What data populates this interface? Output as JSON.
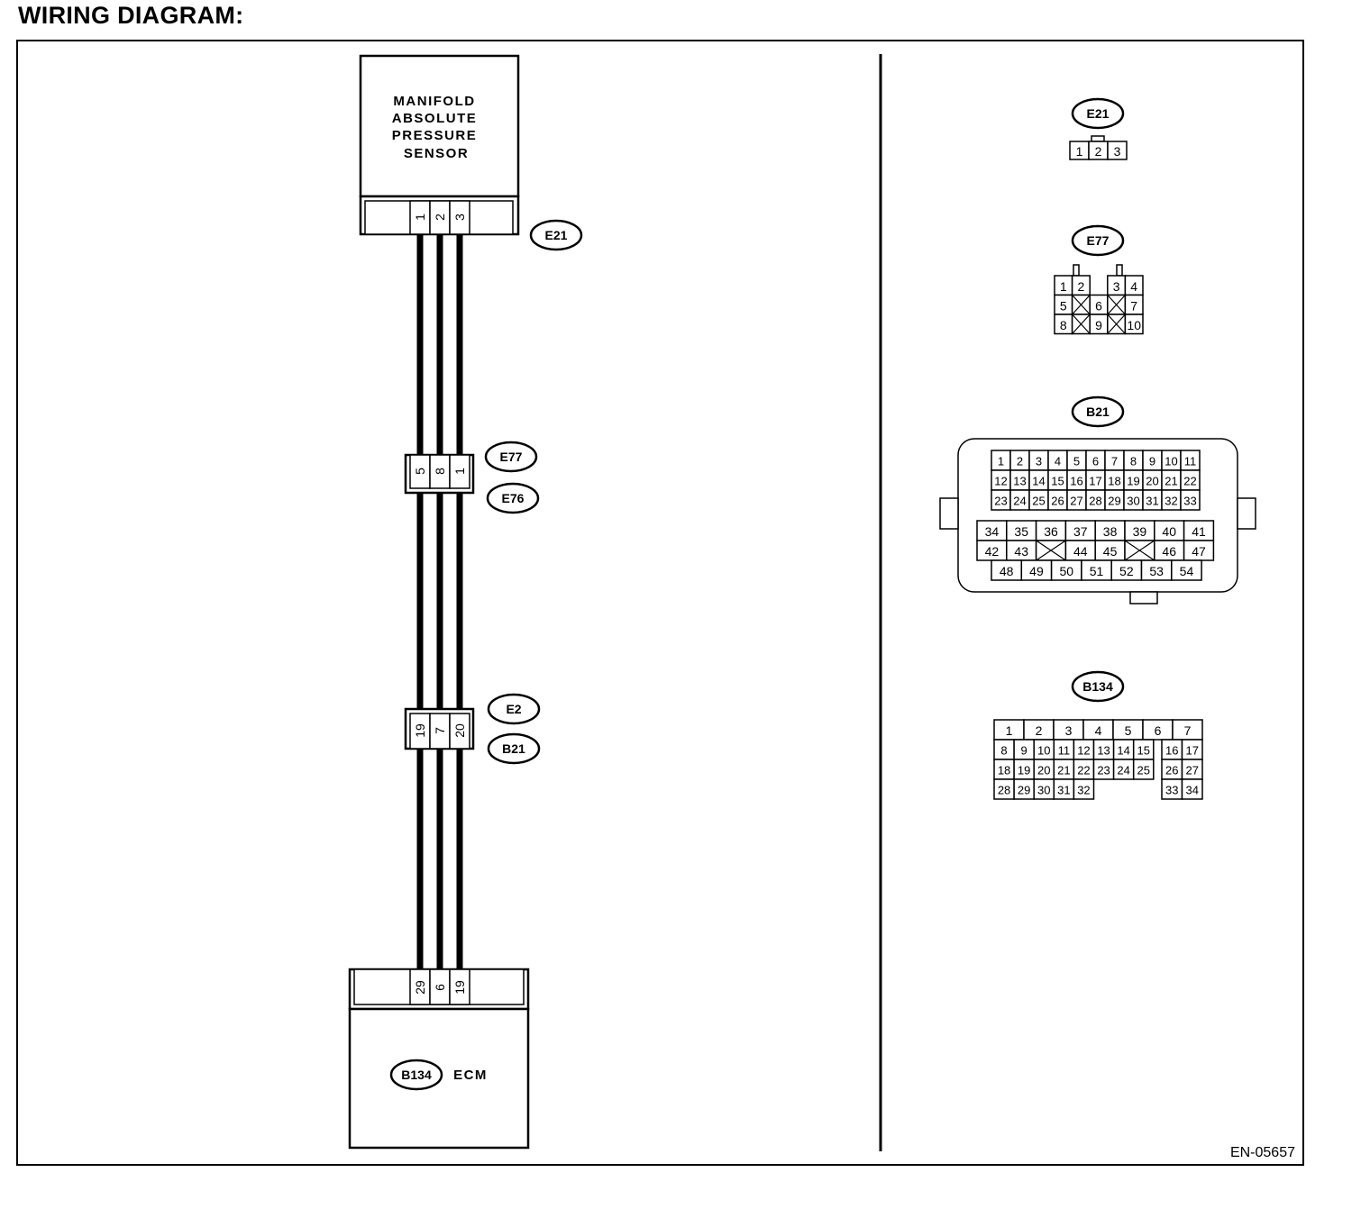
{
  "title": "WIRING DIAGRAM:",
  "figure_id": "EN-05657",
  "sensor": {
    "lines": [
      "MANIFOLD",
      "ABSOLUTE",
      "PRESSURE",
      "SENSOR"
    ],
    "connector": "E21",
    "pins": [
      "1",
      "2",
      "3"
    ]
  },
  "joint1": {
    "pins": [
      "5",
      "8",
      "1"
    ],
    "connectors": [
      "E77",
      "E76"
    ]
  },
  "joint2": {
    "pins": [
      "19",
      "7",
      "20"
    ],
    "connectors": [
      "E2",
      "B21"
    ]
  },
  "ecm": {
    "label": "ECM",
    "connector": "B134",
    "pins": [
      "29",
      "6",
      "19"
    ]
  },
  "faces": {
    "e21": {
      "label": "E21",
      "cells": [
        "1",
        "2",
        "3"
      ]
    },
    "e77": {
      "label": "E77",
      "rows": [
        [
          "1",
          "2",
          "",
          "3",
          "4"
        ],
        [
          "5",
          "X",
          "6",
          "X",
          "7"
        ],
        [
          "8",
          "X",
          "9",
          "X",
          "10"
        ]
      ]
    },
    "b21": {
      "label": "B21",
      "top_rows": [
        [
          "1",
          "2",
          "3",
          "4",
          "5",
          "6",
          "7",
          "8",
          "9",
          "10",
          "11"
        ],
        [
          "12",
          "13",
          "14",
          "15",
          "16",
          "17",
          "18",
          "19",
          "20",
          "21",
          "22"
        ],
        [
          "23",
          "24",
          "25",
          "26",
          "27",
          "28",
          "29",
          "30",
          "31",
          "32",
          "33"
        ]
      ],
      "bottom_rows": [
        [
          "34",
          "35",
          "36",
          "37",
          "38",
          "39",
          "40",
          "41"
        ],
        [
          "42",
          "43",
          "X",
          "44",
          "45",
          "X",
          "46",
          "47"
        ],
        [
          "48",
          "49",
          "50",
          "51",
          "52",
          "53",
          "54"
        ]
      ]
    },
    "b134": {
      "label": "B134",
      "row1": [
        "1",
        "2",
        "3",
        "4",
        "5",
        "6",
        "7"
      ],
      "rows": [
        [
          "8",
          "9",
          "10",
          "11",
          "12",
          "13",
          "14",
          "15",
          "16",
          "17"
        ],
        [
          "18",
          "19",
          "20",
          "21",
          "22",
          "23",
          "24",
          "25",
          "26",
          "27"
        ],
        [
          "28",
          "29",
          "30",
          "31",
          "32",
          "",
          "",
          "",
          "33",
          "34"
        ]
      ]
    }
  }
}
